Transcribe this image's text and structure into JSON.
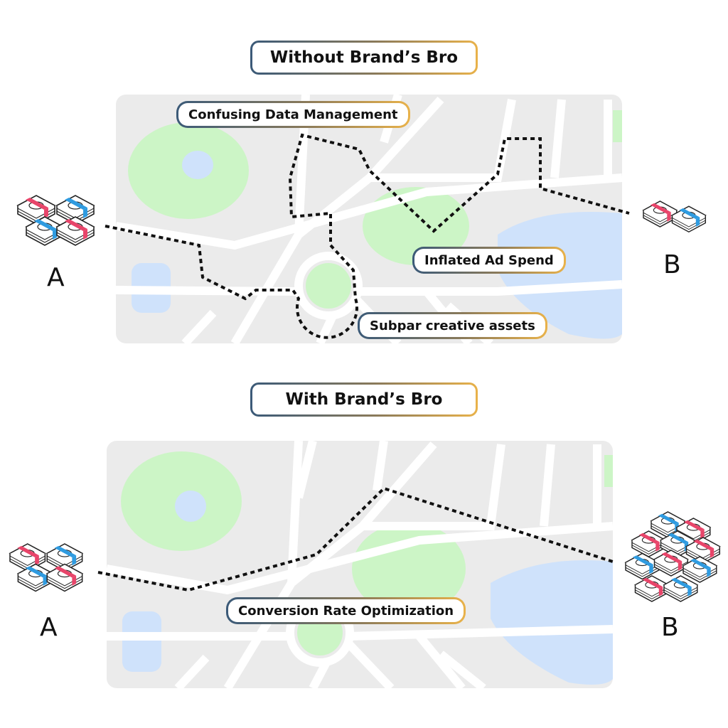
{
  "without": {
    "title": "Without Brand’s Bro",
    "labels": [
      "Confusing Data Management",
      "Inflated Ad Spend",
      "Subpar creative assets"
    ],
    "start": "A",
    "end": "B"
  },
  "with": {
    "title": "With Brand’s Bro",
    "labels": [
      "Conversion Rate Optimization"
    ],
    "start": "A",
    "end": "B"
  },
  "colors": {
    "map": "#ebebeb",
    "park": "#ccf5c6",
    "water": "#cfe2fb",
    "road": "#ffffff",
    "gradient_start": "#3b5a78",
    "gradient_end": "#e9b24a",
    "band_red": "#e8456a",
    "band_blue": "#2f9be0"
  }
}
